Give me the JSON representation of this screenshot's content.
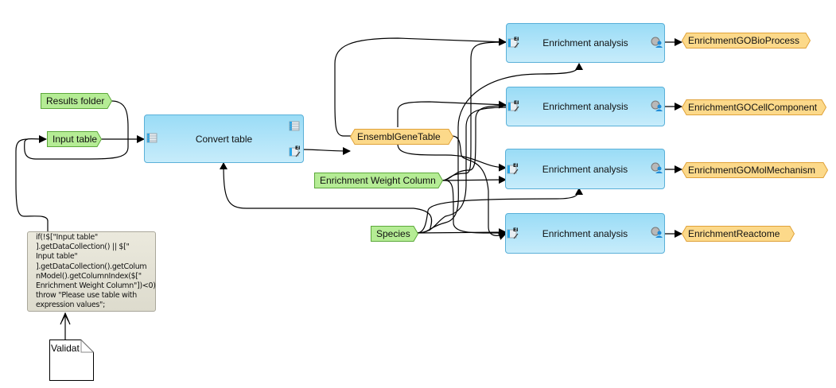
{
  "diagram": {
    "nodes": {
      "convert_table": {
        "label": "Convert table"
      },
      "enrichment_1": {
        "label": "Enrichment analysis"
      },
      "enrichment_2": {
        "label": "Enrichment analysis"
      },
      "enrichment_3": {
        "label": "Enrichment analysis"
      },
      "enrichment_4": {
        "label": "Enrichment analysis"
      }
    },
    "inputs": {
      "results_folder": "Results folder",
      "input_table": "Input table",
      "enrichment_weight_column": "Enrichment Weight Column",
      "species": "Species"
    },
    "intermediate": {
      "ensembl_gene_table": "EnsemblGeneTable"
    },
    "outputs": {
      "go_bio_process": "EnrichmentGOBioProcess",
      "go_cell_component": "EnrichmentGOCellComponent",
      "go_mol_mechanism": "EnrichmentGOMolMechanism",
      "reactome": "EnrichmentReactome"
    },
    "validation_note": "if(!$[\"Input table\"\n].getDataCollection() || $[\"\nInput table\"\n].getDataCollection().getColum\nnModel().getColumnIndex($[\"\nEnrichment Weight Column\"])<0)\nthrow \"Please use table with\nexpression values\";",
    "validator_doc": "Validat",
    "colors": {
      "process_fill_top": "#9adcf6",
      "process_fill_bottom": "#c7ecfb",
      "input_fill": "#b5ec95",
      "input_border": "#5ca83a",
      "output_fill": "#fcd98a",
      "output_border": "#e0a23a",
      "note_fill": "#e5e3d6"
    }
  }
}
